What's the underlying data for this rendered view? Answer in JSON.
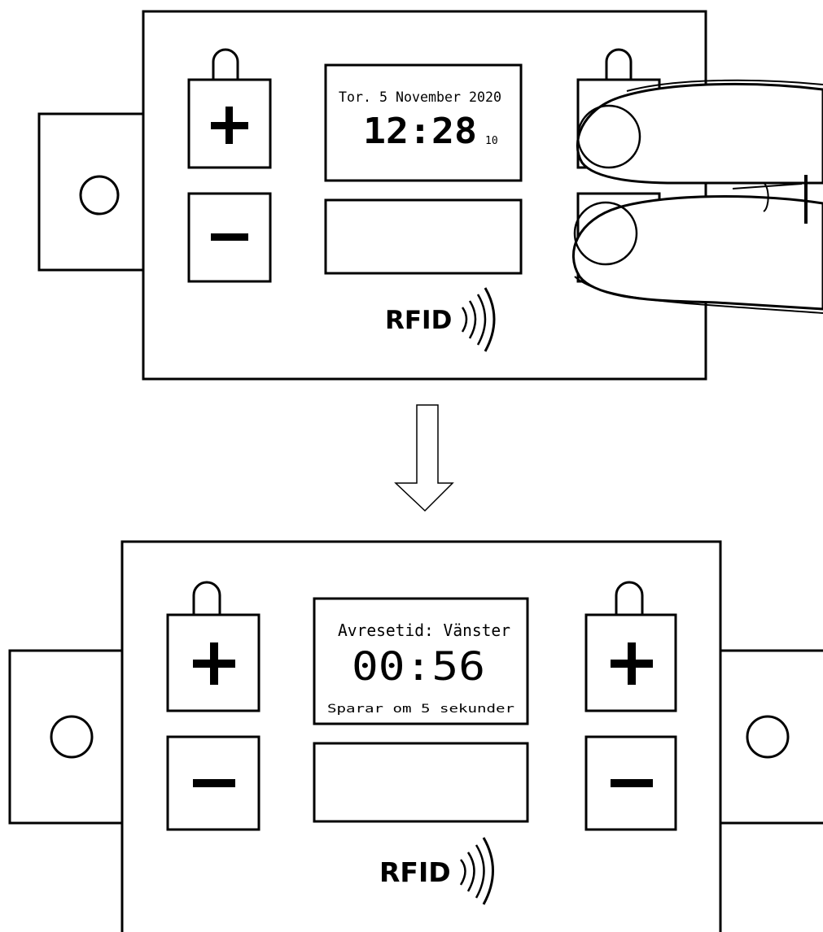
{
  "before": {
    "lcd": {
      "date": "Tor. 5 November 2020",
      "time": "12:28",
      "seconds": "10"
    },
    "plus_label": "+",
    "minus_label": "−",
    "rfid_label": "RFID"
  },
  "after": {
    "lcd": {
      "title": "Avresetid: Vänster",
      "time": "00:56",
      "status": "Sparar om 5 sekunder"
    },
    "plus_label": "+",
    "minus_label": "−",
    "rfid_label": "RFID"
  },
  "icons": {
    "transition": "down-arrow-icon",
    "hand": "two-finger-press-icon",
    "rfid": "rfid-waves-icon"
  }
}
